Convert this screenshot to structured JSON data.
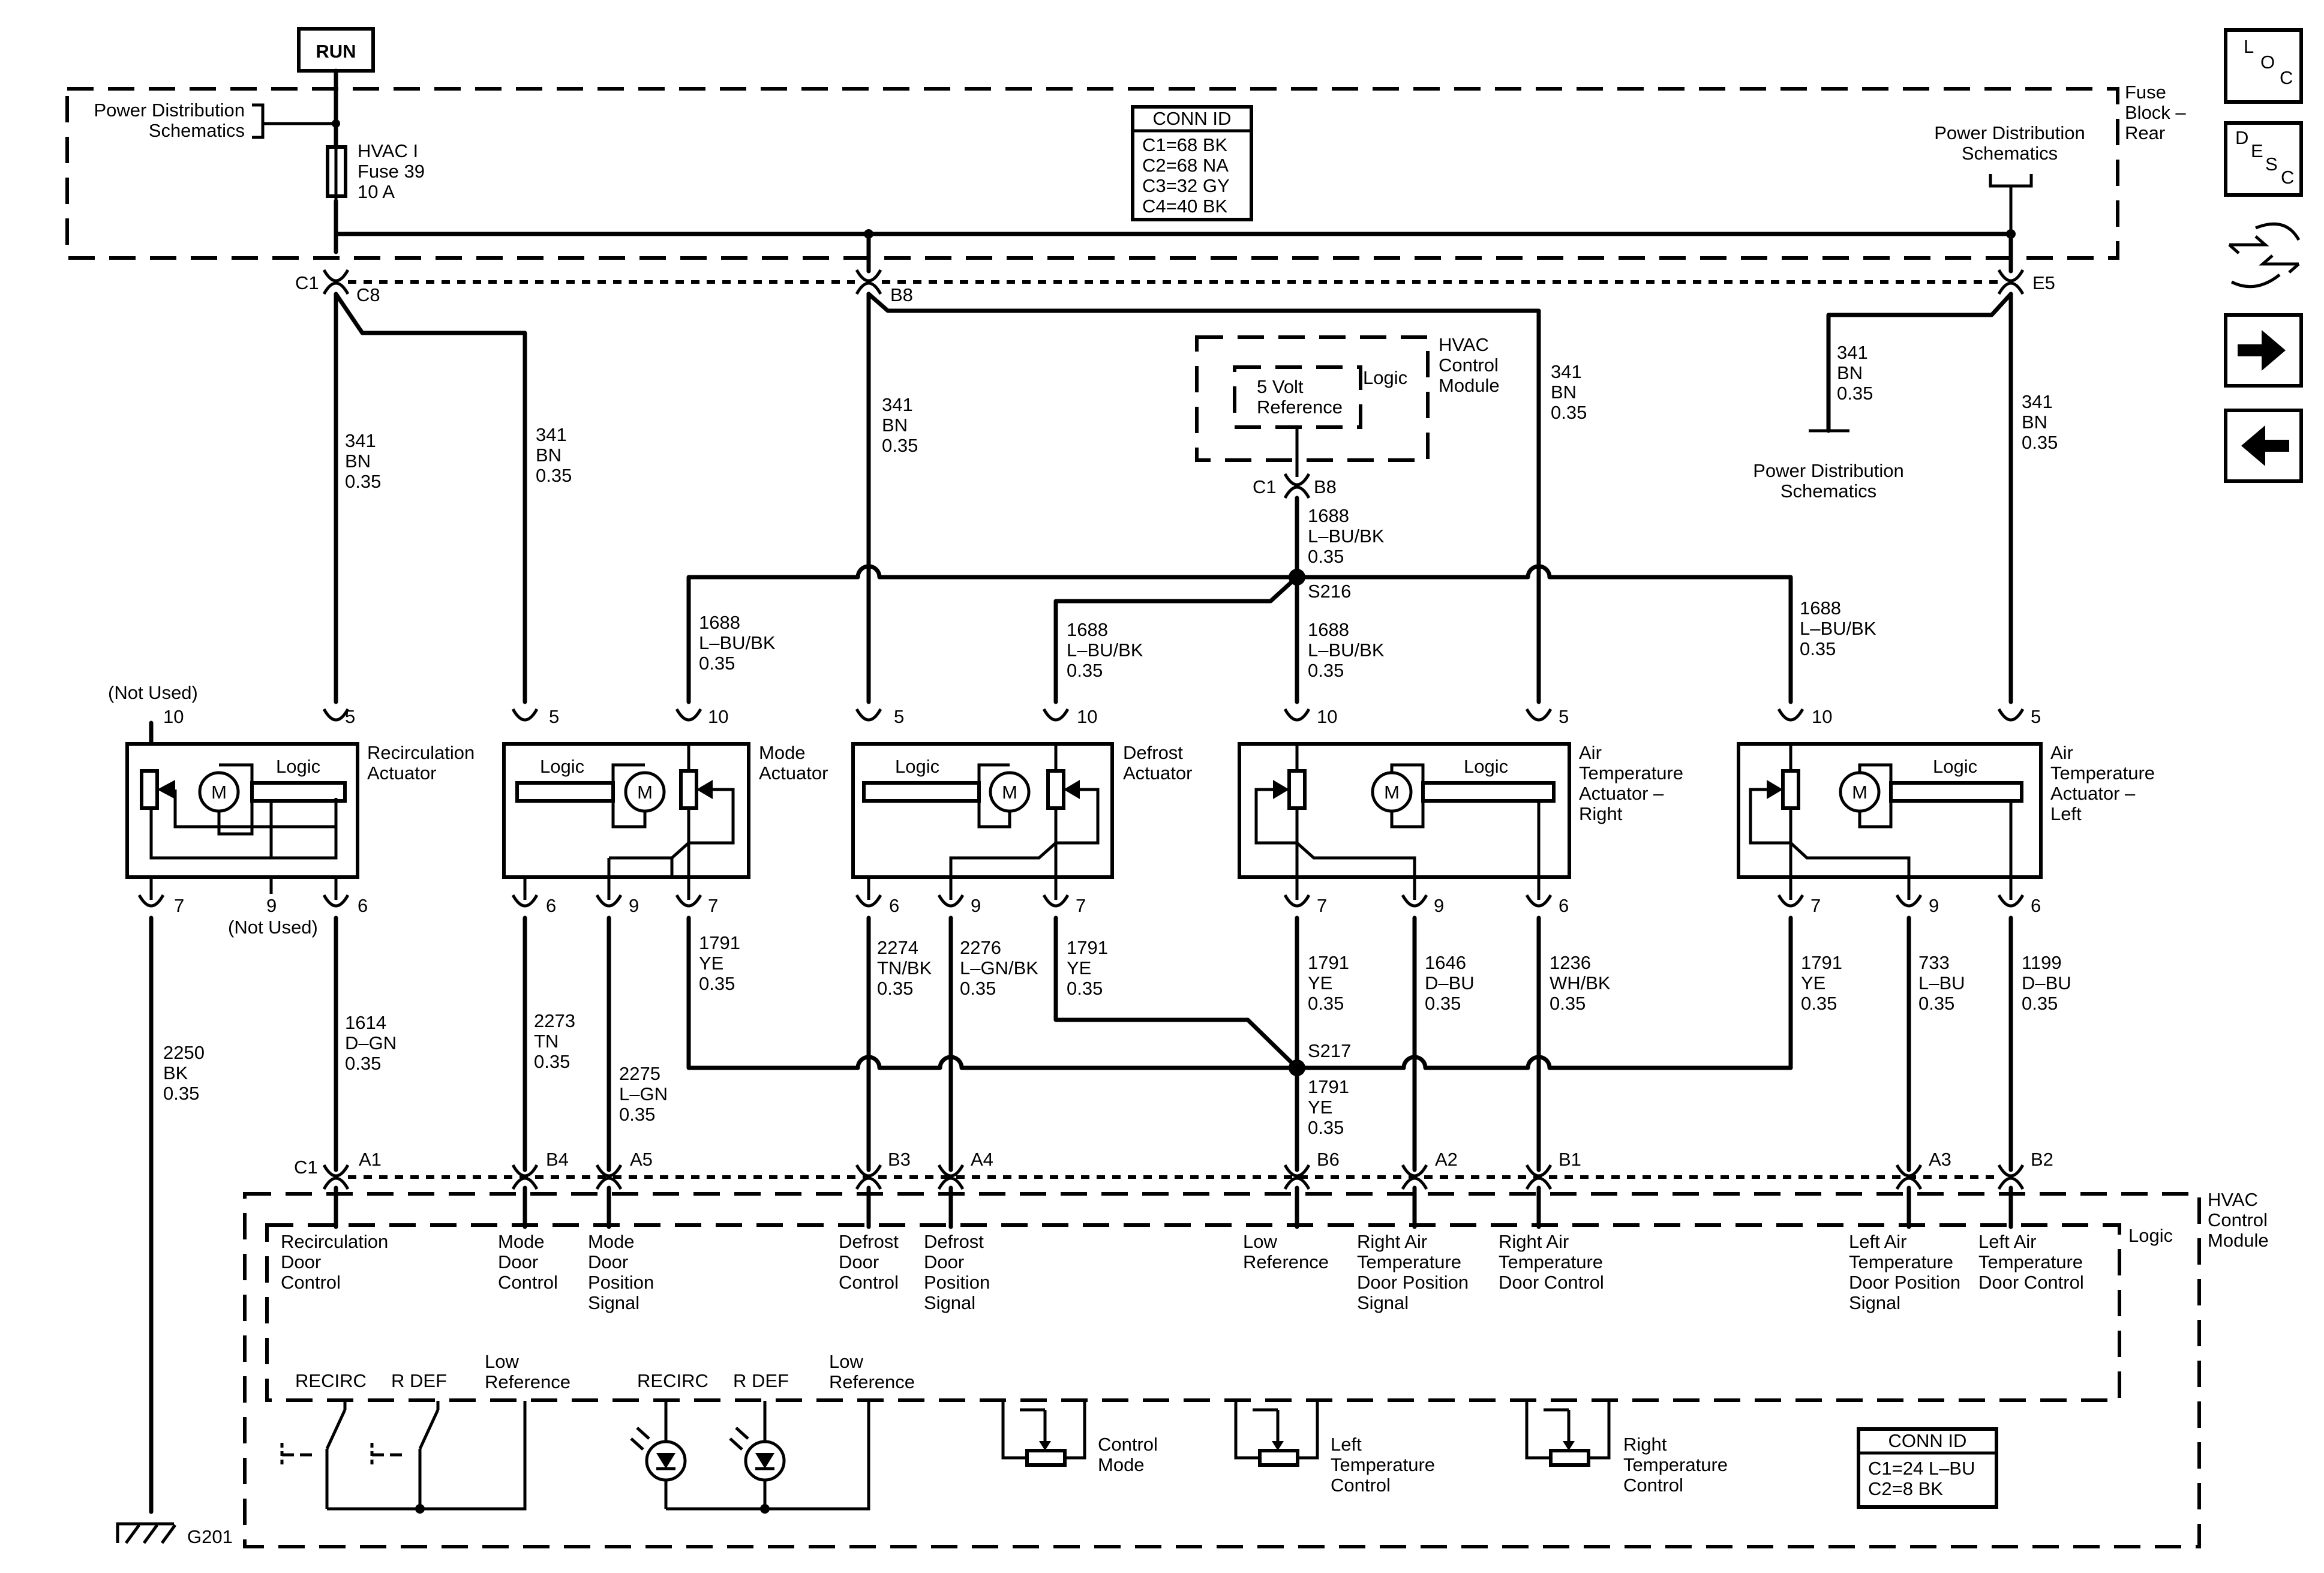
{
  "run_label": "RUN",
  "fuse_block": {
    "title": [
      "Fuse",
      "Block –",
      "Rear"
    ],
    "pd_left": [
      "Power Distribution",
      "Schematics"
    ],
    "pd_right": [
      "Power Distribution",
      "Schematics"
    ],
    "fuse": [
      "HVAC I",
      "Fuse 39",
      "10 A"
    ],
    "conn_id": {
      "header": "CONN ID",
      "rows": [
        "C1=68 BK",
        "C2=68 NA",
        "C3=32 GY",
        "C4=40 BK"
      ]
    }
  },
  "connectors_top": {
    "c1": "C1",
    "c8": "C8",
    "b8": "B8",
    "e5": "E5"
  },
  "hvac_upper": {
    "title": [
      "HVAC",
      "Control",
      "Module"
    ],
    "logic": "Logic",
    "ref": [
      "5 Volt",
      "Reference"
    ],
    "c1": "C1",
    "b8": "B8"
  },
  "pd_mid": [
    "Power Distribution",
    "Schematics"
  ],
  "splices": {
    "s216": "S216",
    "s217": "S217"
  },
  "wires": {
    "w1": [
      "341",
      "BN",
      "0.35"
    ],
    "w2": [
      "341",
      "BN",
      "0.35"
    ],
    "w3": [
      "341",
      "BN",
      "0.35"
    ],
    "w4": [
      "341",
      "BN",
      "0.35"
    ],
    "w5": [
      "341",
      "BN",
      "0.35"
    ],
    "w6": [
      "341",
      "BN",
      "0.35"
    ],
    "w7": [
      "1688",
      "L–BU/BK",
      "0.35"
    ],
    "w8": [
      "1688",
      "L–BU/BK",
      "0.35"
    ],
    "w9": [
      "1688",
      "L–BU/BK",
      "0.35"
    ],
    "w10": [
      "1688",
      "L–BU/BK",
      "0.35"
    ],
    "w11": [
      "1688",
      "L–BU/BK",
      "0.35"
    ],
    "g1": [
      "2250",
      "BK",
      "0.35"
    ],
    "r6": [
      "1614",
      "D–GN",
      "0.35"
    ],
    "m6": [
      "2273",
      "TN",
      "0.35"
    ],
    "m9": [
      "2275",
      "L–GN",
      "0.35"
    ],
    "m7": [
      "1791",
      "YE",
      "0.35"
    ],
    "d6": [
      "2274",
      "TN/BK",
      "0.35"
    ],
    "d9": [
      "2276",
      "L–GN/BK",
      "0.35"
    ],
    "d7": [
      "1791",
      "YE",
      "0.35"
    ],
    "ar7": [
      "1791",
      "YE",
      "0.35"
    ],
    "ar9": [
      "1646",
      "D–BU",
      "0.35"
    ],
    "ar6": [
      "1236",
      "WH/BK",
      "0.35"
    ],
    "al7": [
      "1791",
      "YE",
      "0.35"
    ],
    "al9": [
      "733",
      "L–BU",
      "0.35"
    ],
    "al6": [
      "1199",
      "D–BU",
      "0.35"
    ],
    "s217": [
      "1791",
      "YE",
      "0.35"
    ]
  },
  "actuators": {
    "recirc": {
      "name": [
        "Recirculation",
        "Actuator"
      ],
      "logic": "Logic",
      "not_used": "(Not Used)",
      "not_used2": "(Not Used)"
    },
    "mode": {
      "name": [
        "Mode",
        "Actuator"
      ],
      "logic": "Logic"
    },
    "defrost": {
      "name": [
        "Defrost",
        "Actuator"
      ],
      "logic": "Logic"
    },
    "air_right": {
      "name": [
        "Air",
        "Temperature",
        "Actuator –",
        "Right"
      ],
      "logic": "Logic"
    },
    "air_left": {
      "name": [
        "Air",
        "Temperature",
        "Actuator –",
        "Left"
      ],
      "logic": "Logic"
    }
  },
  "pins": {
    "p5": "5",
    "p6": "6",
    "p7": "7",
    "p9": "9",
    "p10": "10"
  },
  "bottom_pins": {
    "c1": "C1",
    "a1": "A1",
    "b4": "B4",
    "a5": "A5",
    "b3": "B3",
    "a4": "A4",
    "b6": "B6",
    "a2": "A2",
    "b1": "B1",
    "a3": "A3",
    "b2": "B2"
  },
  "hvac_lower": {
    "title": [
      "HVAC",
      "Control",
      "Module"
    ],
    "logic": "Logic",
    "signals": {
      "recirc": [
        "Recirculation",
        "Door",
        "Control"
      ],
      "mode_ctl": [
        "Mode",
        "Door",
        "Control"
      ],
      "mode_pos": [
        "Mode",
        "Door",
        "Position",
        "Signal"
      ],
      "def_ctl": [
        "Defrost",
        "Door",
        "Control"
      ],
      "def_pos": [
        "Defrost",
        "Door",
        "Position",
        "Signal"
      ],
      "low_ref": [
        "Low",
        "Reference"
      ],
      "rat_pos": [
        "Right Air",
        "Temperature",
        "Door Position",
        "Signal"
      ],
      "rat_ctl": [
        "Right Air",
        "Temperature",
        "Door Control"
      ],
      "lat_pos": [
        "Left Air",
        "Temperature",
        "Door Position",
        "Signal"
      ],
      "lat_ctl": [
        "Left Air",
        "Temperature",
        "Door Control"
      ]
    },
    "switches": {
      "recirc": "RECIRC",
      "rdef": "R DEF",
      "low_ref": [
        "Low",
        "Reference"
      ]
    },
    "leds": {
      "recirc": "RECIRC",
      "rdef": "R DEF",
      "low_ref": [
        "Low",
        "Reference"
      ]
    },
    "pots": {
      "mode": [
        "Control",
        "Mode"
      ],
      "left": [
        "Left",
        "Temperature",
        "Control"
      ],
      "right": [
        "Right",
        "Temperature",
        "Control"
      ]
    },
    "conn_id": {
      "header": "CONN ID",
      "rows": [
        "C1=24 L–BU",
        "C2=8 BK"
      ]
    }
  },
  "ground": "G201",
  "nav": {
    "loc_icon": "loc-icon",
    "desc_icon": "desc-icon",
    "conn_icon": "connector-icon",
    "next_icon": "arrow-right-icon",
    "prev_icon": "arrow-left-icon"
  }
}
